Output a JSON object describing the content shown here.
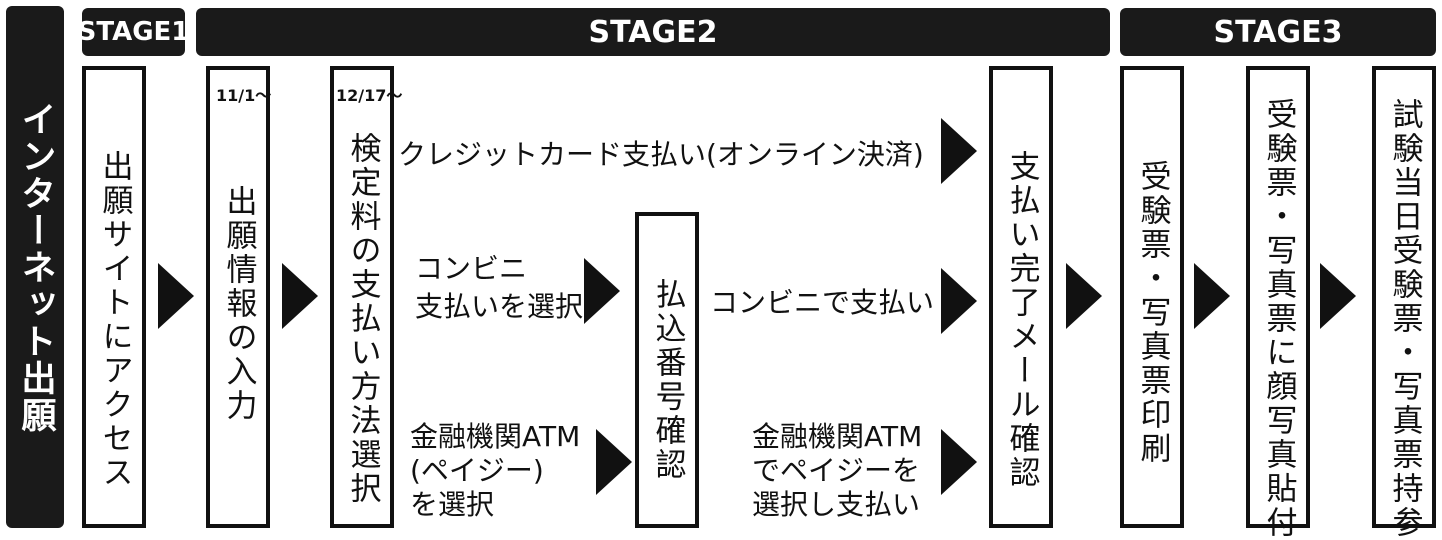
{
  "side_label": "インターネット出願",
  "stages": {
    "stage1": "STAGE1",
    "stage2": "STAGE2",
    "stage3": "STAGE3"
  },
  "steps": {
    "access": "出願サイトにアクセス",
    "input": "出願情報の入力",
    "input_date": "11/1〜",
    "method": "検定料の支払い方法選択",
    "method_date": "12/17〜",
    "confirm_number": "払込番号確認",
    "complete_mail": "支払い完了メール確認",
    "print": "受験票・写真票印刷",
    "photo": "受験票・写真票に顔写真貼付",
    "bring": "試験当日受験票・写真票持参"
  },
  "labels": {
    "credit": "クレジットカード支払い(オンライン決済)",
    "conv_select_1": "コンビニ",
    "conv_select_2": "支払いを選択",
    "conv_pay": "コンビニで支払い",
    "atm_select_1": "金融機関ATM",
    "atm_select_2": "(ペイジー)",
    "atm_select_3": "を選択",
    "atm_pay_1": "金融機関ATM",
    "atm_pay_2": "でペイジーを",
    "atm_pay_3": "選択し支払い"
  }
}
